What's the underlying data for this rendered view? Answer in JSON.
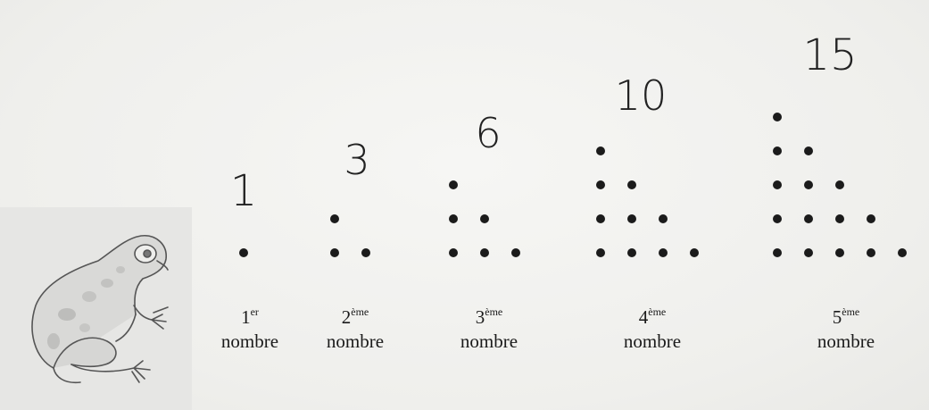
{
  "figures": [
    {
      "value": "1",
      "rank": "1",
      "suffix": "er",
      "word": "nombre"
    },
    {
      "value": "3",
      "rank": "2",
      "suffix": "ème",
      "word": "nombre"
    },
    {
      "value": "6",
      "rank": "3",
      "suffix": "ème",
      "word": "nombre"
    },
    {
      "value": "10",
      "rank": "4",
      "suffix": "ème",
      "word": "nombre"
    },
    {
      "value": "15",
      "rank": "5",
      "suffix": "ème",
      "word": "nombre"
    }
  ],
  "dot_rows": [
    1,
    2,
    3,
    4,
    5
  ],
  "illustration": "frog-icon"
}
